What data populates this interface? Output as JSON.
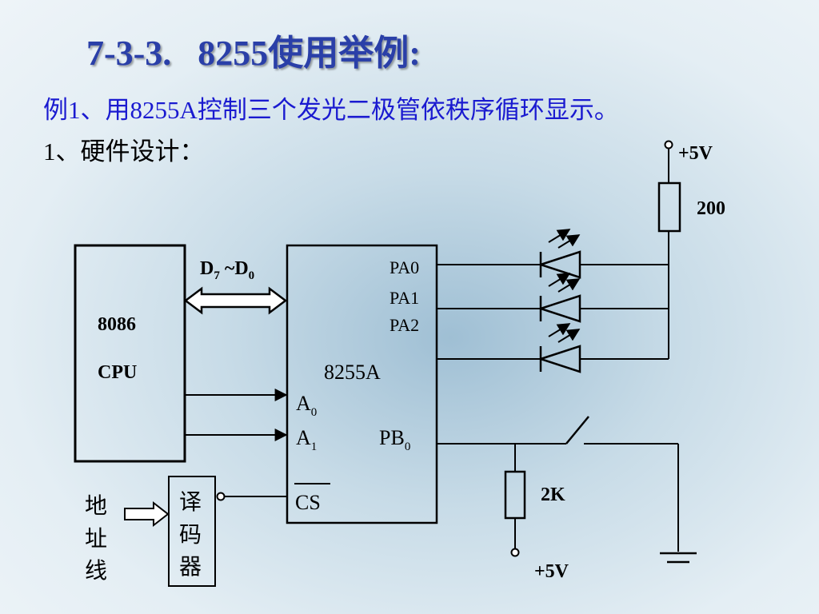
{
  "slide": {
    "title": "7-3-3.   8255使用举例:",
    "example": "例1、用8255A控制三个发光二极管依秩序循环显示。",
    "section": "1、硬件设计："
  },
  "cpu": {
    "line1": "8086",
    "line2": "CPU"
  },
  "bus": {
    "d7": "D",
    "d7_sub": "7",
    "sep": " ~D",
    "d0_sub": "0"
  },
  "chip": {
    "name": "8255A",
    "pa0": "PA0",
    "pa1": "PA1",
    "pa2": "PA2",
    "a0": "A",
    "a0_sub": "0",
    "a1": "A",
    "a1_sub": "1",
    "pb0": "PB",
    "pb0_sub": "0",
    "cs": "CS"
  },
  "decoder": {
    "c1": "译",
    "c2": "码",
    "c3": "器"
  },
  "address": {
    "c1": "地",
    "c2": "址",
    "c3": "线"
  },
  "power": {
    "vcc_top": "+5V",
    "vcc_bottom": "+5V"
  },
  "resistors": {
    "led_r": "200",
    "pull_r": "2K"
  }
}
